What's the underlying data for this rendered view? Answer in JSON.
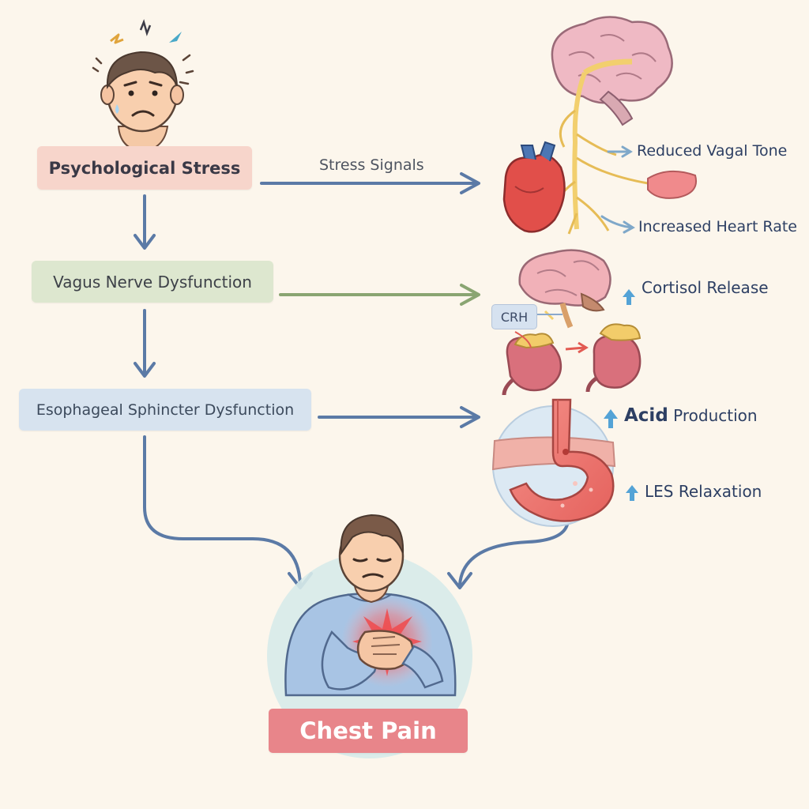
{
  "nodes": {
    "stress": "Psychological Stress",
    "vagus": "Vagus Nerve Dysfunction",
    "les": "Esophageal Sphincter Dysfunction",
    "pain": "Chest Pain"
  },
  "edge_labels": {
    "stress_signals": "Stress Signals"
  },
  "effects": {
    "vagal_tone": "Reduced Vagal Tone",
    "heart_rate": "Increased Heart Rate",
    "cortisol": "Cortisol Release",
    "crh": "CRH",
    "acid_bold": "Acid",
    "acid_rest": " Production",
    "les_relax": "LES Relaxation"
  },
  "colors": {
    "background": "#fcf6ec",
    "arrow_blue": "#5b7aa6",
    "arrow_green": "#8aa572",
    "pain_red": "#e8858a",
    "up_arrow": "#54a3d6"
  }
}
